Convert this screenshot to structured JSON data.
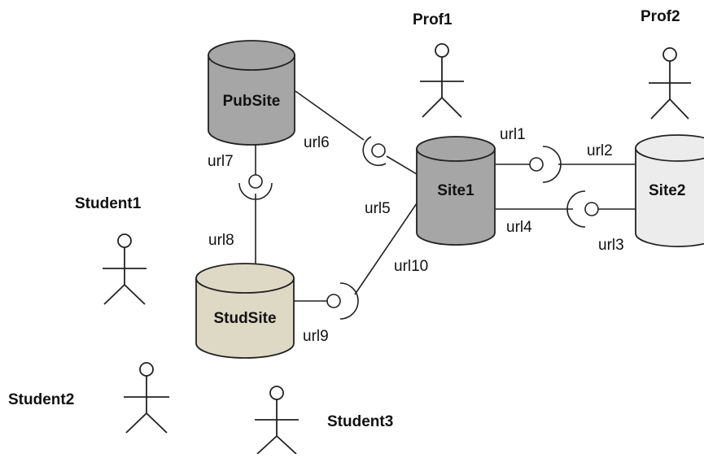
{
  "sites": {
    "pubsite": {
      "label": "PubSite",
      "color": "#a6a6a6"
    },
    "studsite": {
      "label": "StudSite",
      "color": "#ddd9c4"
    },
    "site1": {
      "label": "Site1",
      "color": "#a6a6a6"
    },
    "site2": {
      "label": "Site2",
      "color": "#ececec"
    }
  },
  "actors": {
    "prof1": "Prof1",
    "prof2": "Prof2",
    "student1": "Student1",
    "student2": "Student2",
    "student3": "Student3"
  },
  "urls": {
    "url1": "url1",
    "url2": "url2",
    "url3": "url3",
    "url4": "url4",
    "url5": "url5",
    "url6": "url6",
    "url7": "url7",
    "url8": "url8",
    "url9": "url9",
    "url10": "url10"
  }
}
